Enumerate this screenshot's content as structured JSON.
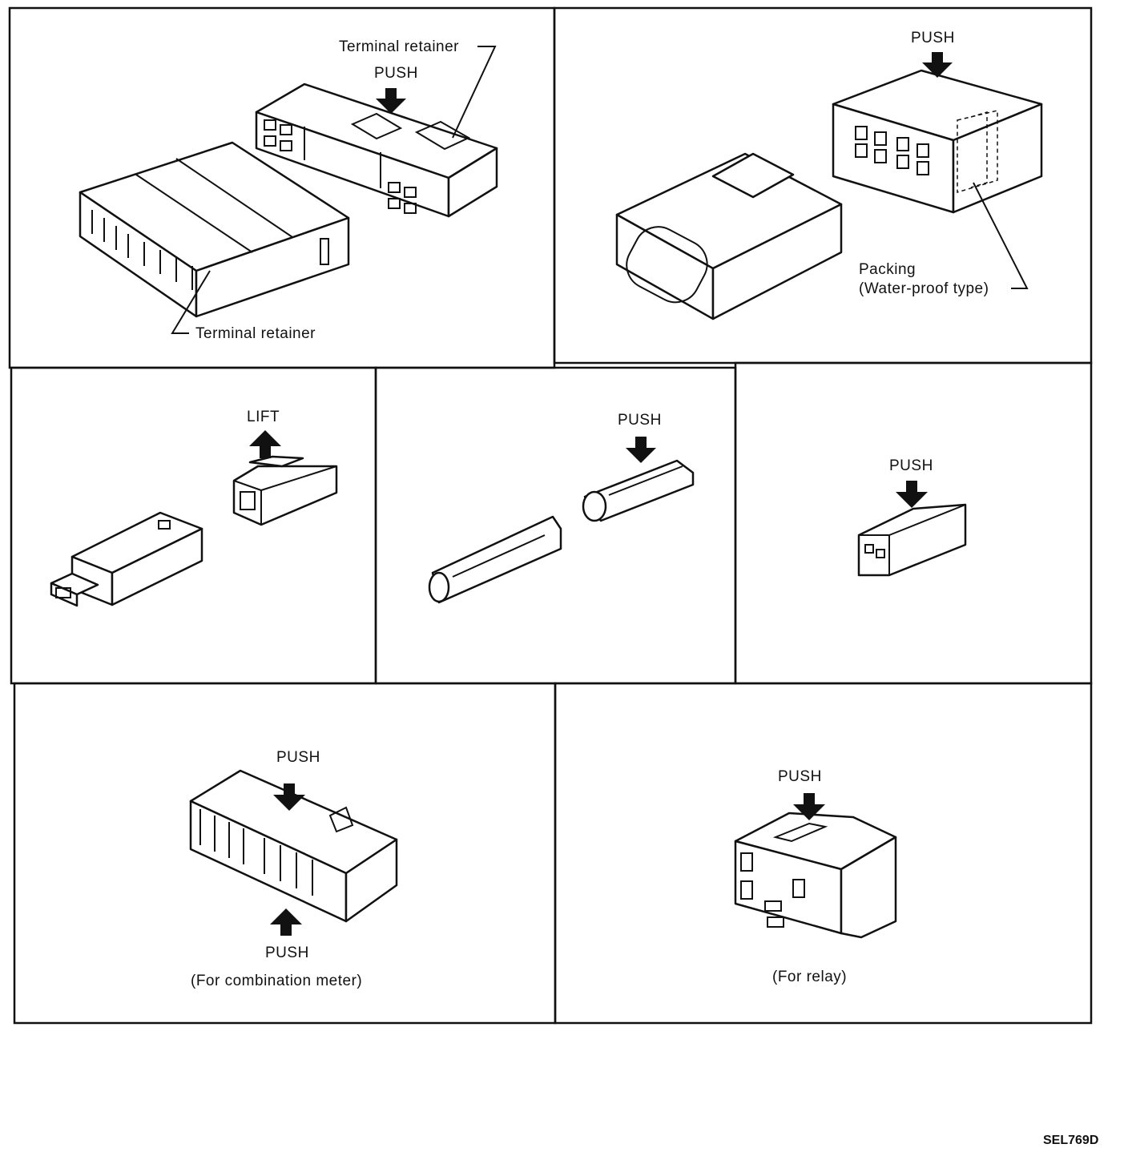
{
  "panels": {
    "p1": {
      "label_top": "Terminal retainer",
      "push": "PUSH",
      "label_bottom": "Terminal retainer"
    },
    "p2": {
      "push": "PUSH",
      "packing_line1": "Packing",
      "packing_line2": "(Water-proof type)"
    },
    "p3": {
      "lift": "LIFT"
    },
    "p4": {
      "push": "PUSH"
    },
    "p5": {
      "push": "PUSH"
    },
    "p6": {
      "push_top": "PUSH",
      "push_bottom": "PUSH",
      "caption": "(For combination meter)"
    },
    "p7": {
      "push": "PUSH",
      "caption": "(For relay)"
    }
  },
  "figure_code": "SEL769D",
  "icons": {
    "arrow_down": "push-arrow-icon",
    "arrow_up": "lift-arrow-icon"
  }
}
